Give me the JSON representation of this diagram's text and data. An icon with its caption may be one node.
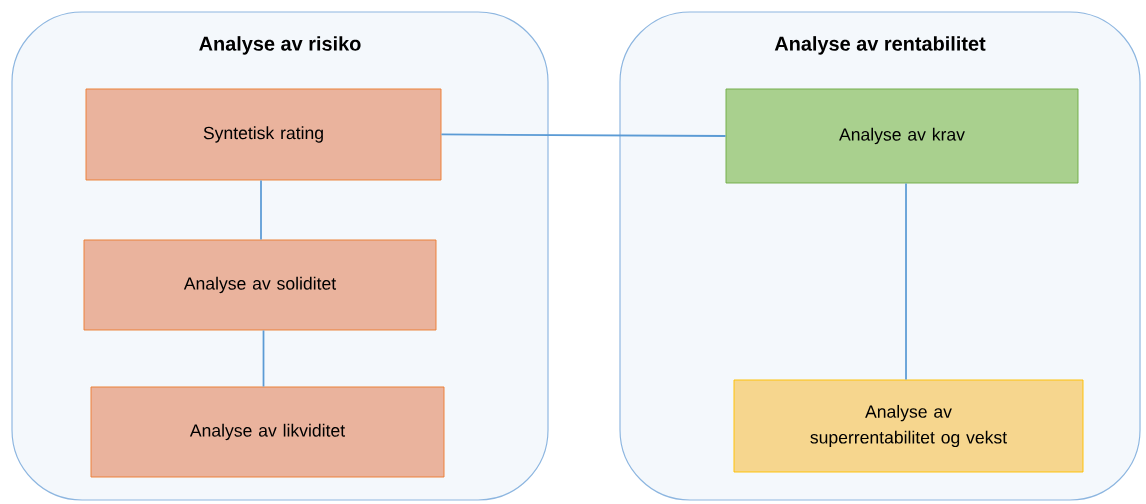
{
  "diagram": {
    "nodes": [
      {
        "text": [
          "Analyse av risiko"
        ]
      },
      {
        "text": [
          "Analyse av rentabilitet"
        ]
      },
      {
        "text": [
          "Syntetisk rating"
        ],
        "in": 0
      },
      {
        "text": [
          "Analyse av soliditet"
        ],
        "in": 0
      },
      {
        "text": [
          "Analyse av likviditet"
        ],
        "in": 0
      },
      {
        "text": [
          "Analyse av krav"
        ],
        "in": 1
      },
      {
        "text": [
          "Analyse av superrentabilitet og vekst"
        ],
        "in": 1
      }
    ],
    "edges": [
      {
        "from": 2,
        "to": 3,
        "arrow": "none"
      },
      {
        "from": 3,
        "to": 4,
        "arrow": "none"
      },
      {
        "from": 2,
        "to": 5,
        "arrow": "none"
      },
      {
        "from": 5,
        "to": 6,
        "arrow": "none"
      }
    ]
  }
}
